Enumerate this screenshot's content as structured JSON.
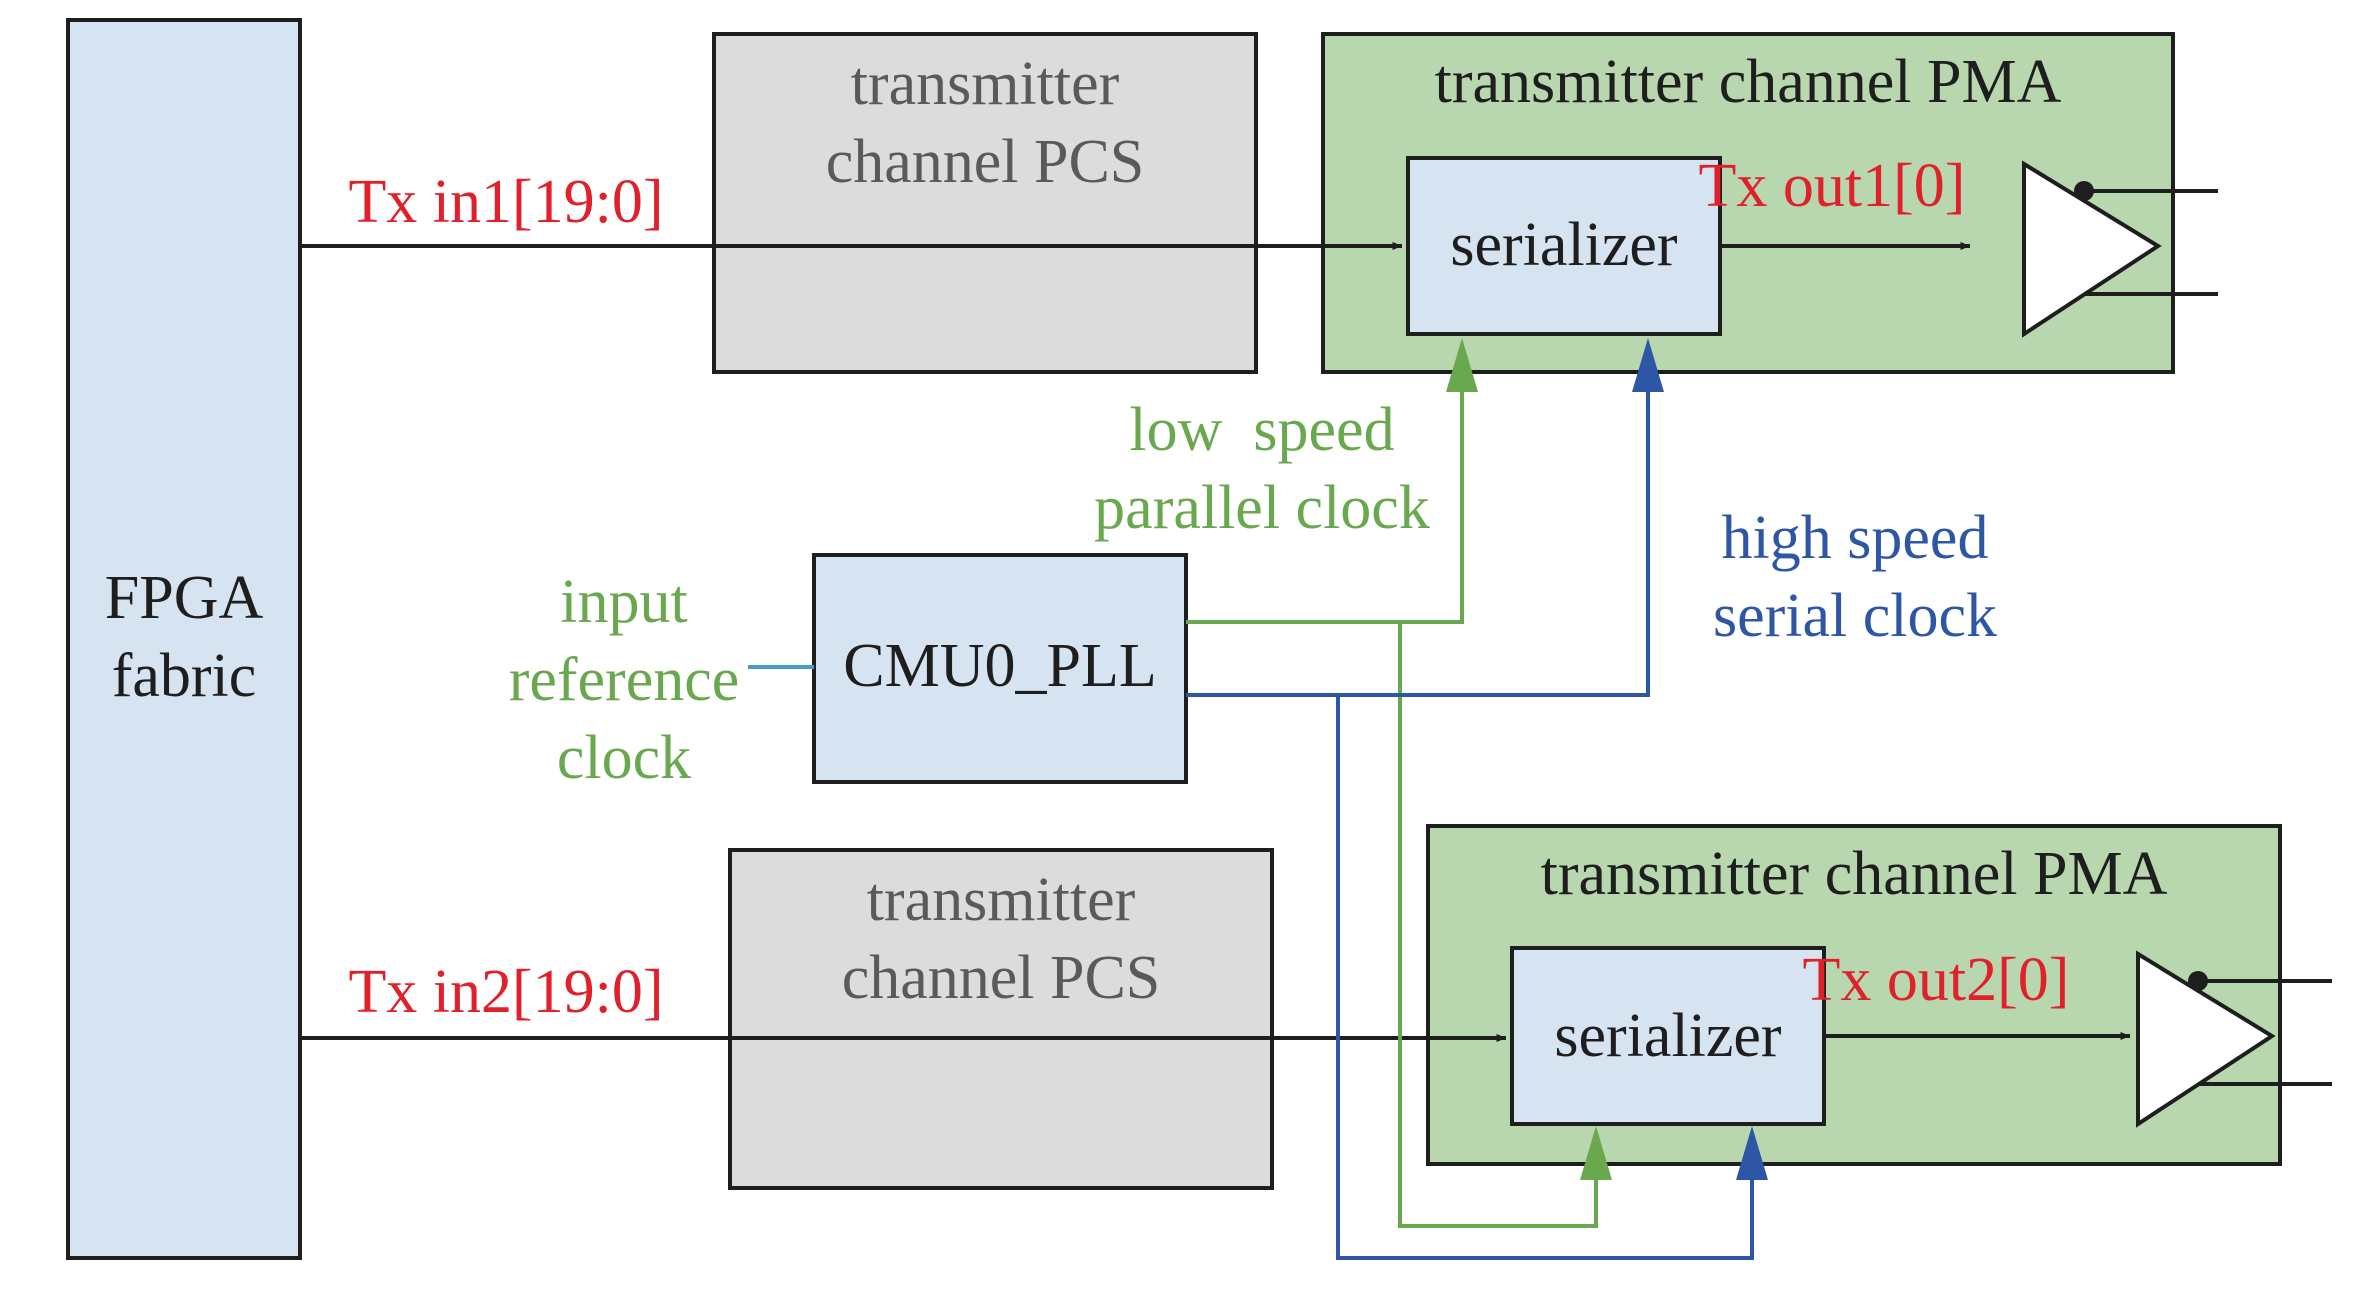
{
  "fpga": {
    "line1": "FPGA",
    "line2": "fabric"
  },
  "pcs1": {
    "line1": "transmitter",
    "line2": "channel PCS"
  },
  "pcs2": {
    "line1": "transmitter",
    "line2": "channel PCS"
  },
  "pma1": {
    "title": "transmitter channel PMA",
    "serializer": "serializer"
  },
  "pma2": {
    "title": "transmitter channel PMA",
    "serializer": "serializer"
  },
  "pll": {
    "label": "CMU0_PLL"
  },
  "signals": {
    "tx_in1": "Tx in1[19:0]",
    "tx_in2": "Tx in2[19:0]",
    "tx_out1": "Tx out1[0]",
    "tx_out2": "Tx out2[0]"
  },
  "clocks": {
    "low_speed_1": "low  speed",
    "low_speed_2": "parallel clock",
    "high_speed_1": "high speed",
    "high_speed_2": "serial clock",
    "input_ref_1": "input",
    "input_ref_2": "reference",
    "input_ref_3": "clock"
  },
  "colors": {
    "red": "#e0202a",
    "green": "#6aa84f",
    "blue": "#2e56a6",
    "gray_text": "#5a5a5a",
    "fpga_fill": "#d5e4f0",
    "pcs_fill": "#dcdcdc",
    "pma_fill": "#b8d7ae",
    "serializer_fill": "#d5e4f0"
  }
}
